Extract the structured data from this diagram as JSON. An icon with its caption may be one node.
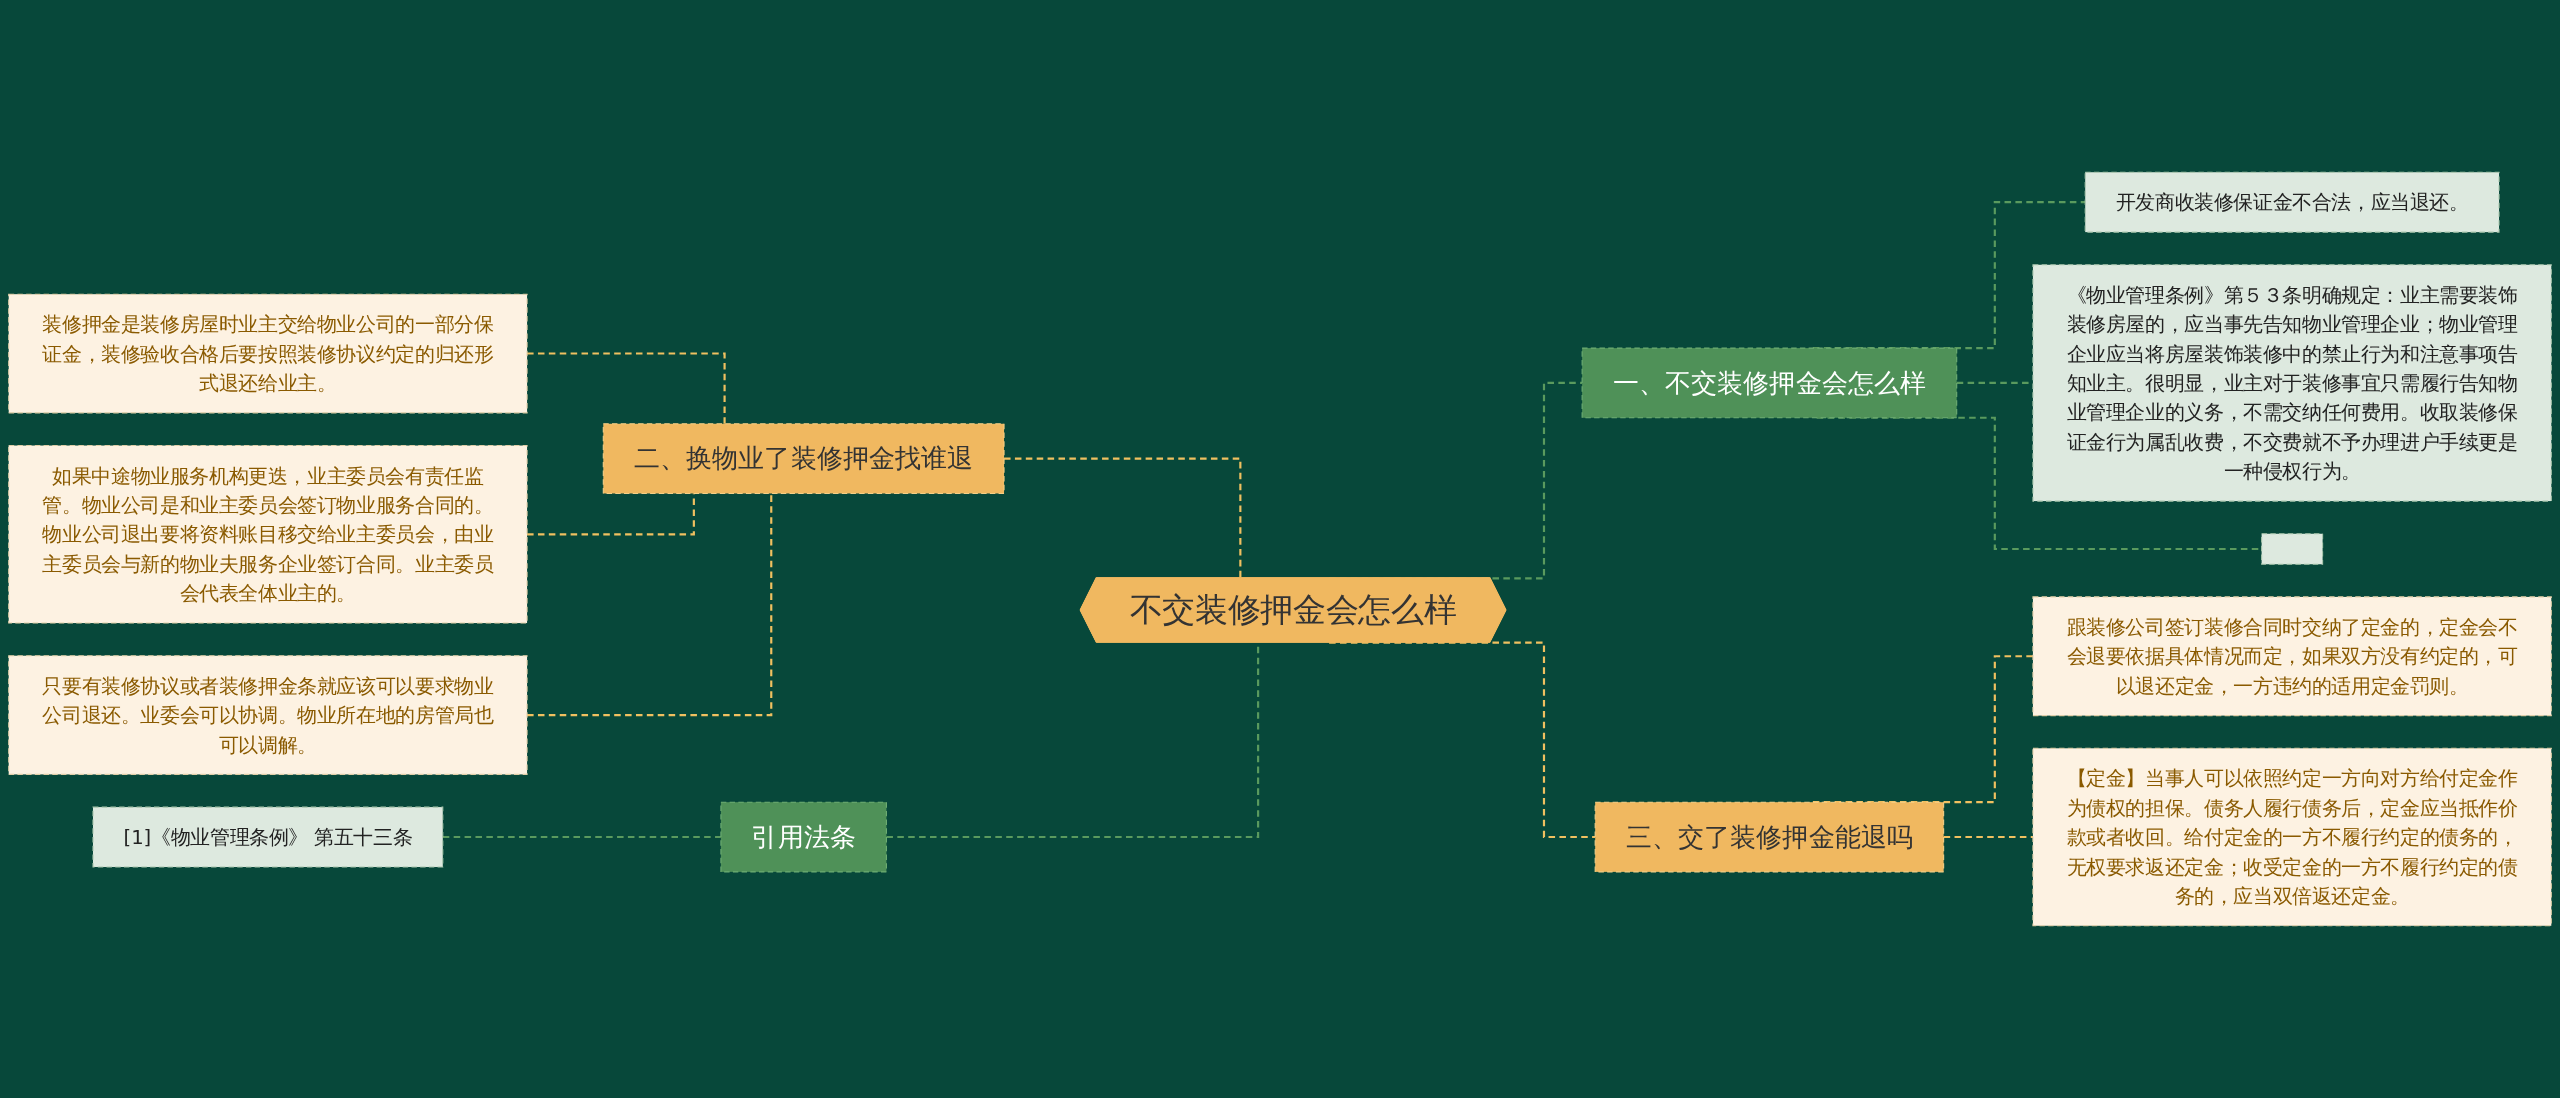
{
  "diagram": {
    "nodes": [
      {
        "text": [
          "不交装修押金会怎么样"
        ]
      },
      {
        "text": [
          "一、不交装修押金会怎么样"
        ]
      },
      {
        "text": [
          "开发商收装修保证金不合法，应当退还。"
        ]
      },
      {
        "text": [
          "《物业管理条例》第５３条明确规定：业主需要装饰装修房屋的，应当事先告知物业管理企业；物业管理企业应当将房屋装饰装修中的禁止行为和注意事项告知业主。很明显，业主对于装修事宜只需履行告知物业管理企业的义务，不需交纳任何费用。收取装修保证金行为属乱收费，不交费就不予办理进户手续更是一种侵权行为。"
        ]
      },
      {
        "text": [],
        "shape": "box"
      },
      {
        "text": [
          "三、交了装修押金能退吗"
        ]
      },
      {
        "text": [
          "跟装修公司签订装修合同时交纳了定金的，定金会不会退要依据具体情况而定，如果双方没有约定的，可以退还定金，一方违约的适用定金罚则。"
        ]
      },
      {
        "text": [
          "【定金】当事人可以依照约定一方向对方给付定金作为债权的担保。债务人履行债务后，定金应当抵作价款或者收回。给付定金的一方不履行约定的债务的，无权要求返还定金；收受定金的一方不履行约定的债务的，应当双倍返还定金。"
        ]
      },
      {
        "text": [
          "二、换物业了装修押金找谁退"
        ]
      },
      {
        "text": [
          "装修押金是装修房屋时业主交给物业公司的一部分保证金，装修验收合格后要按照装修协议约定的归还形式退还给业主。"
        ]
      },
      {
        "text": [
          "如果中途物业服务机构更迭，业主委员会有责任监管。物业公司是和业主委员会签订物业服务合同的。物业公司退出要将资料账目移交给业主委员会，由业主委员会与新的物业夫服务企业签订合同。业主委员会代表全体业主的。"
        ]
      },
      {
        "text": [
          "只要有装修协议或者装修押金条就应该可以要求物业公司退还。业委会可以协调。物业所在地的房管局也可以调解。"
        ]
      },
      {
        "text": [
          "引用法条"
        ]
      },
      {
        "text": [
          "[1]《物业管理条例》 第五十三条"
        ]
      }
    ],
    "edges": [
      {
        "from": 0,
        "to": 1,
        "arrow": "none",
        "style": "dashed",
        "color": "#5a9a5e"
      },
      {
        "from": 1,
        "to": 2,
        "arrow": "none",
        "style": "dashed",
        "color": "#5a9a5e"
      },
      {
        "from": 1,
        "to": 3,
        "arrow": "none",
        "style": "dashed",
        "color": "#5a9a5e"
      },
      {
        "from": 1,
        "to": 4,
        "arrow": "none",
        "style": "dashed",
        "color": "#5a9a5e"
      },
      {
        "from": 0,
        "to": 5,
        "arrow": "none",
        "style": "dashed"
      },
      {
        "from": 5,
        "to": 6,
        "arrow": "none",
        "style": "dashed"
      },
      {
        "from": 5,
        "to": 7,
        "arrow": "none",
        "style": "dashed"
      },
      {
        "from": 0,
        "to": 8,
        "arrow": "none",
        "style": "dashed"
      },
      {
        "from": 8,
        "to": 9,
        "arrow": "none",
        "style": "dashed"
      },
      {
        "from": 8,
        "to": 10,
        "arrow": "none",
        "style": "dashed"
      },
      {
        "from": 8,
        "to": 11,
        "arrow": "none",
        "style": "dashed"
      },
      {
        "from": 0,
        "to": 12,
        "arrow": "none",
        "style": "dashed",
        "color": "#5a9a5e"
      },
      {
        "from": 12,
        "to": 13,
        "arrow": "none",
        "style": "dashed",
        "color": "#5a9a5e"
      }
    ]
  }
}
